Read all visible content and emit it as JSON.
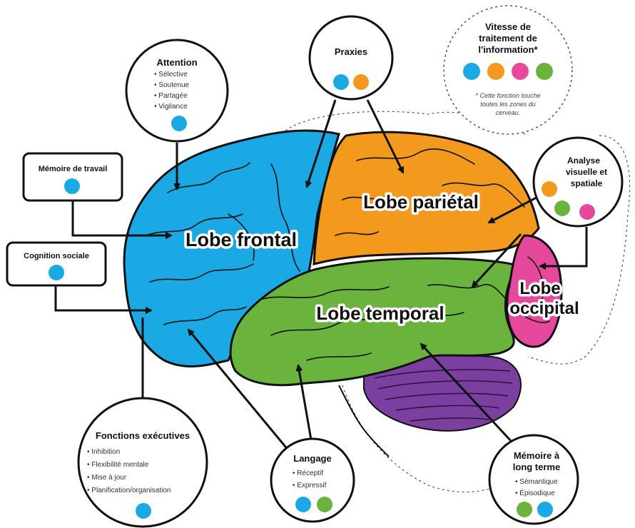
{
  "colors": {
    "frontal": "#1aa9e4",
    "parietal": "#f39a1e",
    "temporal": "#6ab33c",
    "occipital": "#e6499b",
    "cerebellum": "#7b3fa0",
    "outline": "#111111"
  },
  "lobes": {
    "frontal": "Lobe frontal",
    "parietal": "Lobe pariétal",
    "temporal": "Lobe temporal",
    "occipital_1": "Lobe",
    "occipital_2": "occipital"
  },
  "boxes": {
    "attention": {
      "title": "Attention",
      "items": [
        "• Sélective",
        "• Soutenue",
        "• Partagée",
        "• Vigilance"
      ],
      "dots": [
        "frontal"
      ]
    },
    "praxies": {
      "title": "Praxies",
      "dots": [
        "frontal",
        "parietal"
      ]
    },
    "vitesse": {
      "title_lines": [
        "Vitesse de",
        "traitement de",
        "l'information*"
      ],
      "note_lines": [
        "* Cette fonction touche",
        "toutes les zones du",
        "cerveau."
      ],
      "dots": [
        "frontal",
        "parietal",
        "occipital",
        "temporal"
      ]
    },
    "memoire_travail": {
      "title": "Mémoire de travail",
      "dots": [
        "frontal"
      ]
    },
    "cognition_sociale": {
      "title": "Cognition sociale",
      "dots": [
        "frontal"
      ]
    },
    "analyse": {
      "title_lines": [
        "Analyse",
        "visuelle et",
        "spatiale"
      ],
      "dots": [
        "parietal",
        "temporal",
        "occipital"
      ]
    },
    "fonctions": {
      "title": "Fonctions exécutives",
      "items": [
        "• Inhibition",
        "• Flexibilité mentale",
        "• Mise à jour",
        "• Planification/organisation"
      ],
      "dots": [
        "frontal"
      ]
    },
    "langage": {
      "title": "Langage",
      "items": [
        "• Réceptif",
        "• Expressif"
      ],
      "dots": [
        "frontal",
        "temporal"
      ]
    },
    "memoire_lt": {
      "title_lines": [
        "Mémoire à",
        "long terme"
      ],
      "items": [
        "• Sémantique",
        "• Épisodique"
      ],
      "dots": [
        "temporal",
        "frontal"
      ]
    }
  }
}
